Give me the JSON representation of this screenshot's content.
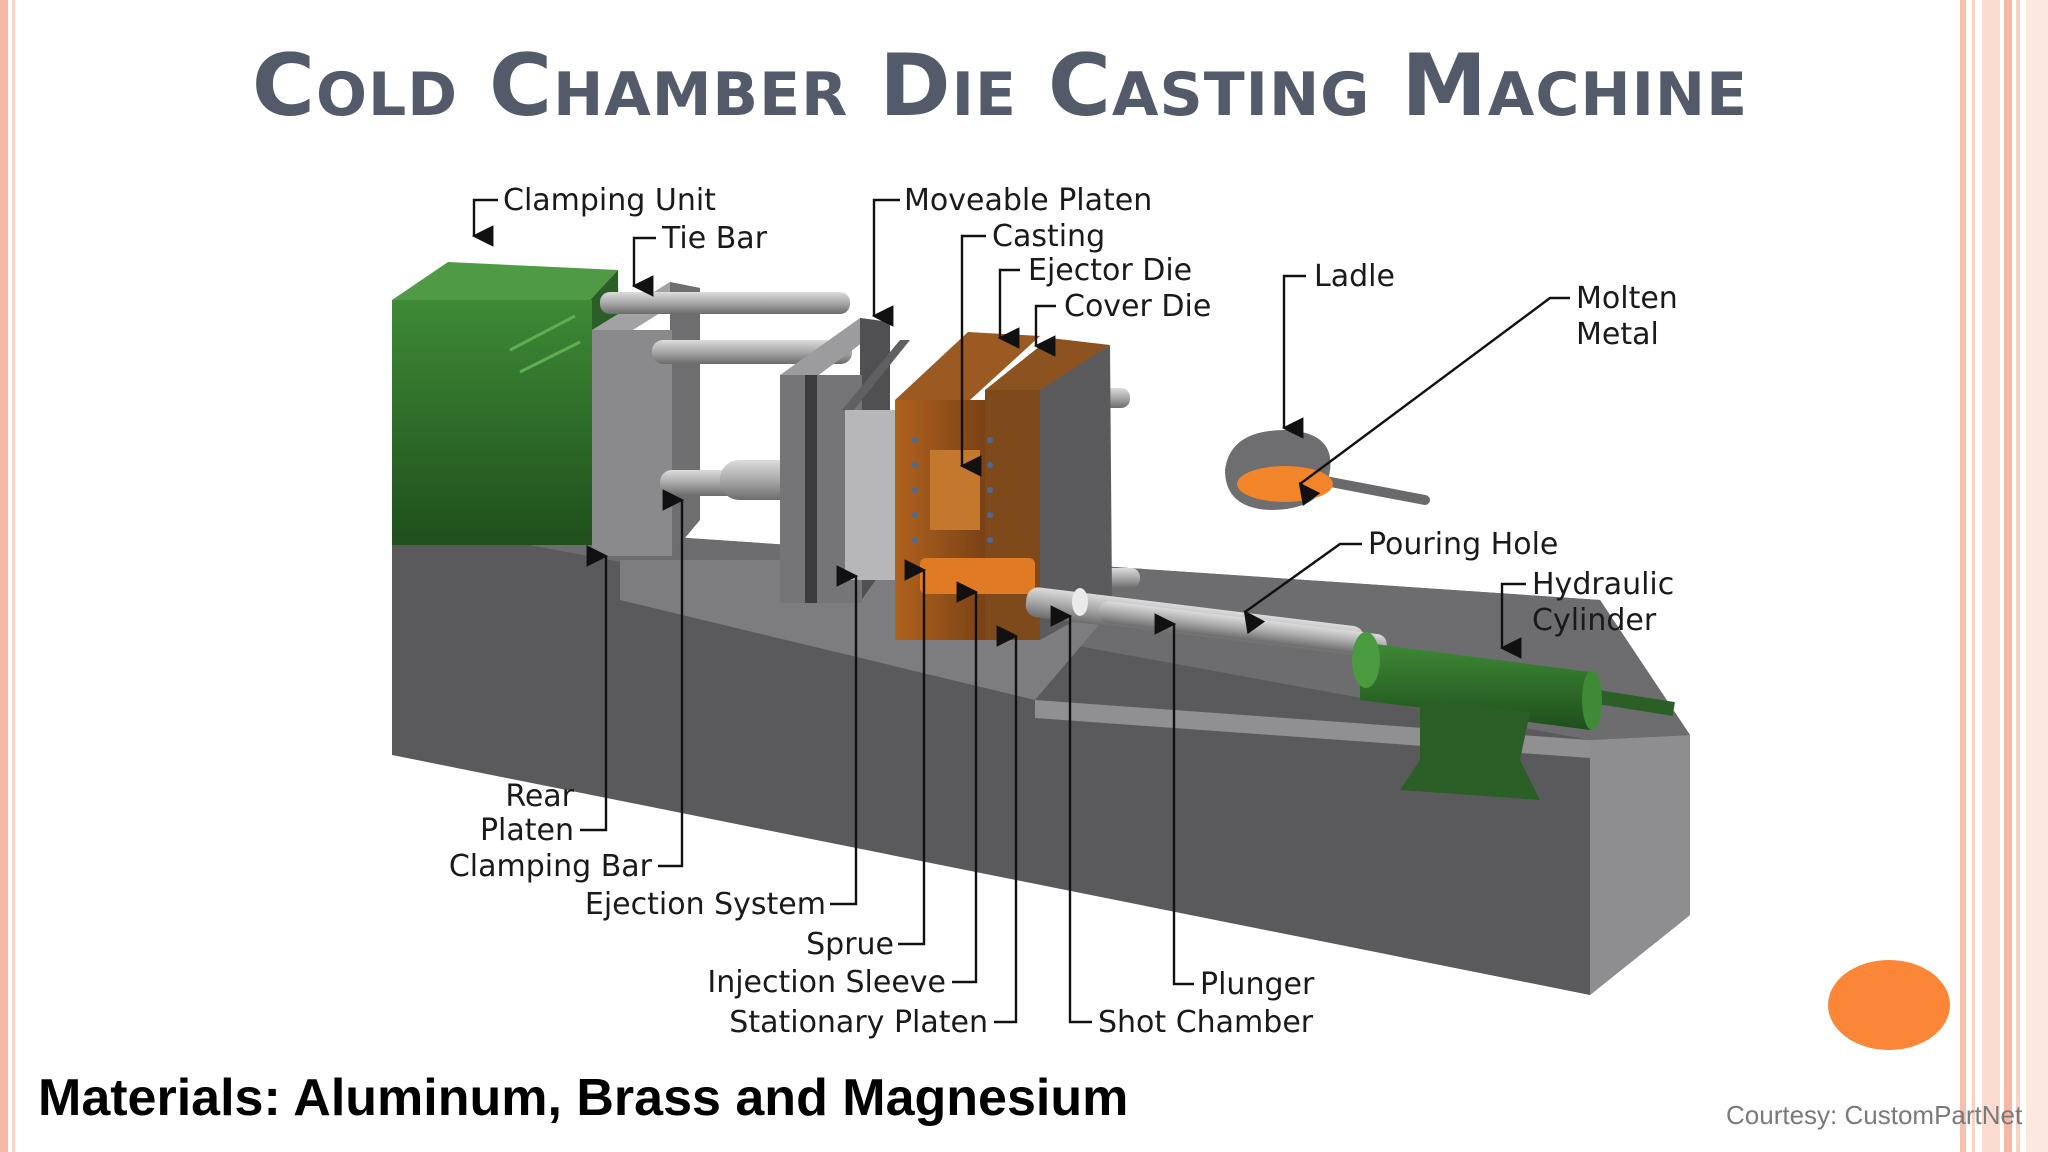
{
  "title": "Cold Chamber Die Casting Machine",
  "labels": {
    "clamping_unit": "Clamping Unit",
    "tie_bar": "Tie Bar",
    "moveable_platen": "Moveable Platen",
    "casting": "Casting",
    "ejector_die": "Ejector Die",
    "cover_die": "Cover Die",
    "ladle": "Ladle",
    "molten": "Molten",
    "metal": "Metal",
    "pouring_hole": "Pouring Hole",
    "hydraulic": "Hydraulic",
    "cylinder": "Cylinder",
    "rear": "Rear",
    "platen": "Platen",
    "clamping_bar": "Clamping Bar",
    "ejection_system": "Ejection System",
    "sprue": "Sprue",
    "injection_sleeve": "Injection Sleeve",
    "stationary_platen": "Stationary Platen",
    "plunger": "Plunger",
    "shot_chamber": "Shot Chamber"
  },
  "footer": {
    "materials": "Materials: Aluminum, Brass and Magnesium",
    "courtesy": "Courtesy: CustomPartNet"
  },
  "colors": {
    "accent_orange": "#fb8637",
    "stripe_pink": "#f8c4b0",
    "title_gray": "#535a6a",
    "machine_green": "#2e6b2a"
  }
}
